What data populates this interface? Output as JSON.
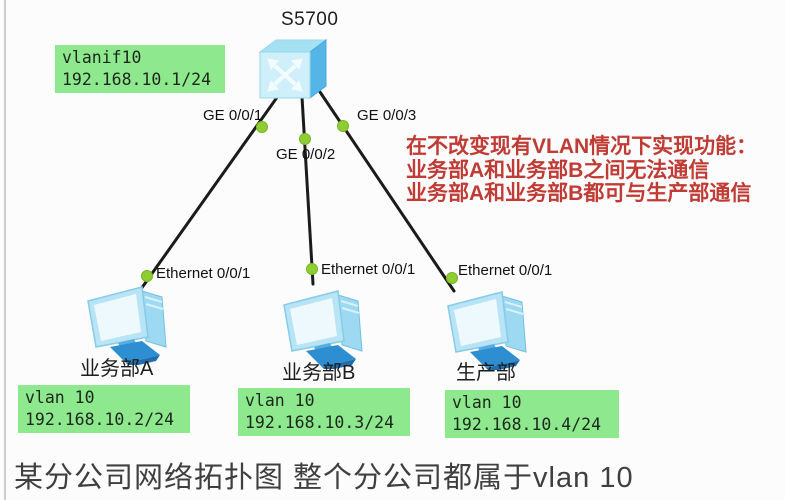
{
  "colors": {
    "label_green_bg": "#8ee88e",
    "note_red": "#c13b35",
    "link_black": "#1b1b1b",
    "port_dot_green": "#8fce32",
    "device_blue": "#56b5e7"
  },
  "switch": {
    "name": "S5700",
    "icon": "ethernet-switch-icon"
  },
  "vlanif_label": {
    "line1": "vlanif10",
    "line2": "192.168.10.1/24"
  },
  "ports": [
    {
      "label": "GE 0/0/1"
    },
    {
      "label": "GE 0/0/2"
    },
    {
      "label": "GE 0/0/3"
    }
  ],
  "annotation": {
    "lines": [
      "在不改变现有VLAN情况下实现功能：",
      "业务部A和业务部B之间无法通信",
      "业务部A和业务部B都可与生产部通信"
    ]
  },
  "hosts": [
    {
      "port": "Ethernet 0/0/1",
      "name": "业务部A",
      "vlan": "vlan 10",
      "ip": "192.168.10.2/24"
    },
    {
      "port": "Ethernet 0/0/1",
      "name": "业务部B",
      "vlan": "vlan 10",
      "ip": "192.168.10.3/24"
    },
    {
      "port": "Ethernet 0/0/1",
      "name": "生产部",
      "vlan": "vlan 10",
      "ip": "192.168.10.4/24"
    }
  ],
  "caption": "某分公司网络拓扑图 整个分公司都属于vlan 10"
}
